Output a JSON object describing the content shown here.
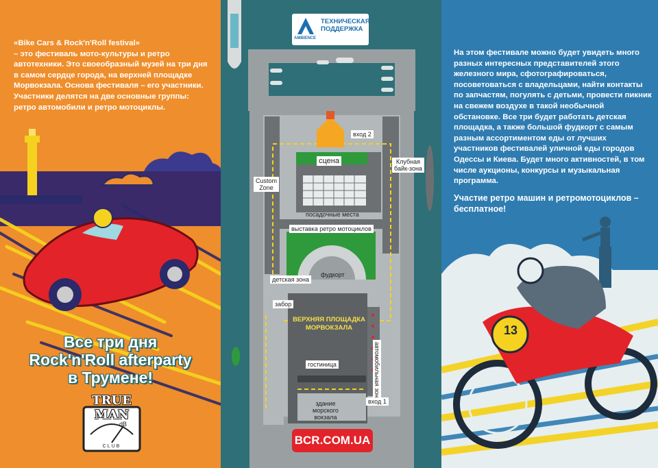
{
  "left": {
    "intro_title": "«Bike Cars & Rock'n'Roll festival»",
    "intro_text": "– это фестиваль мото-культуры и ретро автотехники. Это своеобразный музей на три дня в самом сердце города, на верхней площадке Морвокзала. Основа фестиваля – его участники. Участники делятся на две основные группы: ретро автомобили и ретро мотоциклы.",
    "party_line1": "Все три дня",
    "party_line2": "Rock'n'Roll afterparty",
    "party_line3": "в Трумене!",
    "logo_line1": "TRUE MAN",
    "logo_db": "dB",
    "logo_club": "CLUB"
  },
  "map": {
    "tech_line1": "ТЕХНИЧЕСКАЯ",
    "tech_line2": "ПОДДЕРЖКА",
    "tech_brand": "AMBIENCE",
    "entrance2": "вход 2",
    "stage": "сцена",
    "custom_zone_1": "Custom",
    "custom_zone_2": "Zone",
    "bike_zone_1": "Клубная",
    "bike_zone_2": "байк-зона",
    "seats": "посадочные места",
    "moto_expo": "выставка ретро мотоциклов",
    "kids": "детская зона",
    "foodcourt": "фудкорт",
    "fence": "забор",
    "upper_1": "ВЕРХНЯЯ ПЛОЩАДКА",
    "upper_2": "МОРВОКЗАЛА",
    "auto_zone": "автомобильная зона",
    "hotel": "гостиница",
    "terminal_1": "здание",
    "terminal_2": "морского",
    "terminal_3": "вокзала",
    "entrance1": "вход 1",
    "site": "BCR.COM.UA"
  },
  "right": {
    "text": "На этом фестивале можно будет увидеть много разных интересных представителей этого железного мира, сфотографироваться, посоветоваться с владельцами, найти контакты по запчастям, погулять с детьми, провести пикник на свежем воздухе в такой необычной обстановке. Все три будет работать детская площадка, а также большой фудкорт с самым разным ассортиментом еды от лучших участников фестивалей уличной еды городов Одессы и Киева. Будет много активностей, в том числе аукционы, конкурсы и музыкальная программа.",
    "cta": "Участие ретро машин и ретромотоциклов – бесплатное!",
    "race_number": "13"
  },
  "colors": {
    "orange": "#ef8e2c",
    "teal": "#2e6f78",
    "blue": "#2f7cb1",
    "red": "#e2232a",
    "green": "#2f9a3c",
    "yellow": "#f5d21f"
  }
}
